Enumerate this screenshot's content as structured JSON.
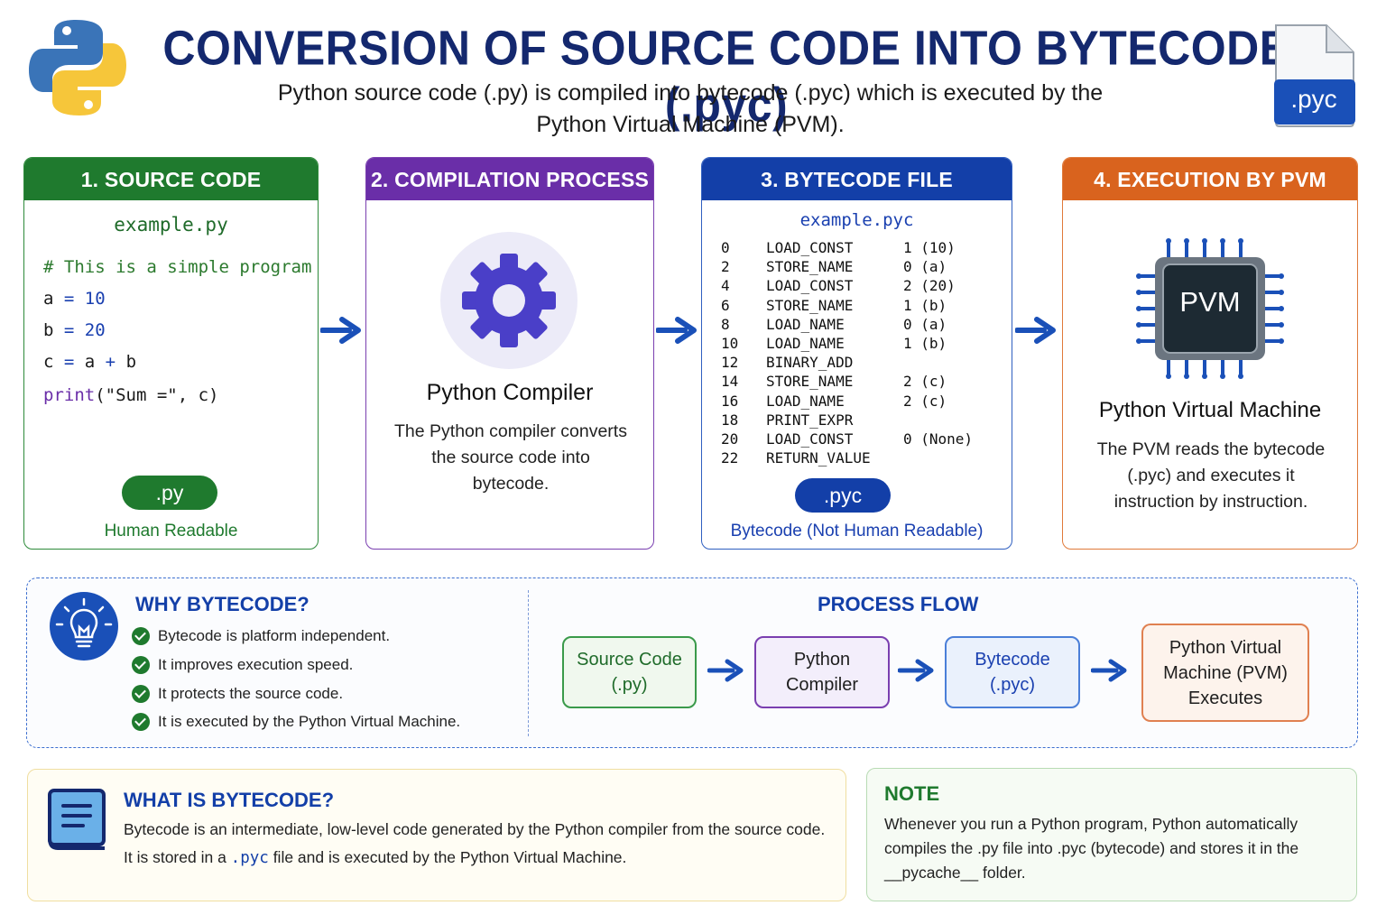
{
  "header": {
    "title": "CONVERSION OF SOURCE CODE INTO BYTECODE (.pyc)",
    "subtitle": "Python source code (.py) is compiled into bytecode (.pyc) which is executed by the Python Virtual Machine (PVM).",
    "file_icon_label": ".pyc",
    "logo_icon": "python-logo-icon",
    "file_icon": "pyc-file-icon"
  },
  "colors": {
    "source": "#1f7a2e",
    "compile": "#6a2ea8",
    "bytecode": "#133fa8",
    "execution": "#d9631e",
    "title": "#14286e"
  },
  "stages": {
    "source": {
      "heading": "1. SOURCE CODE",
      "filename": "example.py",
      "code": [
        "# This is a simple program",
        "a = 10",
        "b = 20",
        "c = a + b",
        "print(\"Sum =\", c)"
      ],
      "badge": ".py",
      "footer": "Human Readable"
    },
    "compile": {
      "heading": "2. COMPILATION PROCESS",
      "icon": "gear-icon",
      "name": "Python Compiler",
      "description": "The Python compiler converts the source code into bytecode."
    },
    "bytecode": {
      "heading": "3. BYTECODE FILE",
      "filename": "example.pyc",
      "rows": [
        {
          "offset": "0",
          "op": "LOAD_CONST",
          "arg": "1 (10)"
        },
        {
          "offset": "2",
          "op": "STORE_NAME",
          "arg": "0 (a)"
        },
        {
          "offset": "4",
          "op": "LOAD_CONST",
          "arg": "2 (20)"
        },
        {
          "offset": "6",
          "op": "STORE_NAME",
          "arg": "1 (b)"
        },
        {
          "offset": "8",
          "op": "LOAD_NAME",
          "arg": "0 (a)"
        },
        {
          "offset": "10",
          "op": "LOAD_NAME",
          "arg": "1 (b)"
        },
        {
          "offset": "12",
          "op": "BINARY_ADD",
          "arg": ""
        },
        {
          "offset": "14",
          "op": "STORE_NAME",
          "arg": "2 (c)"
        },
        {
          "offset": "16",
          "op": "LOAD_NAME",
          "arg": "2 (c)"
        },
        {
          "offset": "18",
          "op": "PRINT_EXPR",
          "arg": ""
        },
        {
          "offset": "20",
          "op": "LOAD_CONST",
          "arg": "0 (None)"
        },
        {
          "offset": "22",
          "op": "RETURN_VALUE",
          "arg": ""
        }
      ],
      "badge": ".pyc",
      "footer": "Bytecode (Not Human Readable)"
    },
    "execution": {
      "heading": "4. EXECUTION BY PVM",
      "chip_label": "PVM",
      "icon": "cpu-chip-icon",
      "name": "Python Virtual Machine",
      "description": "The PVM reads the bytecode (.pyc) and executes it instruction by instruction."
    }
  },
  "why": {
    "icon": "lightbulb-icon",
    "title": "WHY BYTECODE?",
    "items": [
      "Bytecode is platform independent.",
      "It improves execution speed.",
      "It protects the source code.",
      "It is executed by the Python Virtual Machine."
    ]
  },
  "flow": {
    "title": "PROCESS FLOW",
    "steps": [
      [
        "Source Code",
        "(.py)"
      ],
      [
        "Python",
        "Compiler"
      ],
      [
        "Bytecode",
        "(.pyc)"
      ],
      [
        "Python Virtual",
        "Machine (PVM)",
        "Executes"
      ]
    ]
  },
  "what": {
    "icon": "book-icon",
    "title": "WHAT IS BYTECODE?",
    "line1": "Bytecode is an intermediate, low-level code generated by the Python compiler from the source code.",
    "line2_pre": "It is stored in a ",
    "line2_code": ".pyc",
    "line2_post": " file and is executed by the Python Virtual Machine."
  },
  "note": {
    "title": "NOTE",
    "body": "Whenever you run a Python program, Python automatically compiles the .py file into .pyc (bytecode) and stores it in the __pycache__ folder."
  }
}
